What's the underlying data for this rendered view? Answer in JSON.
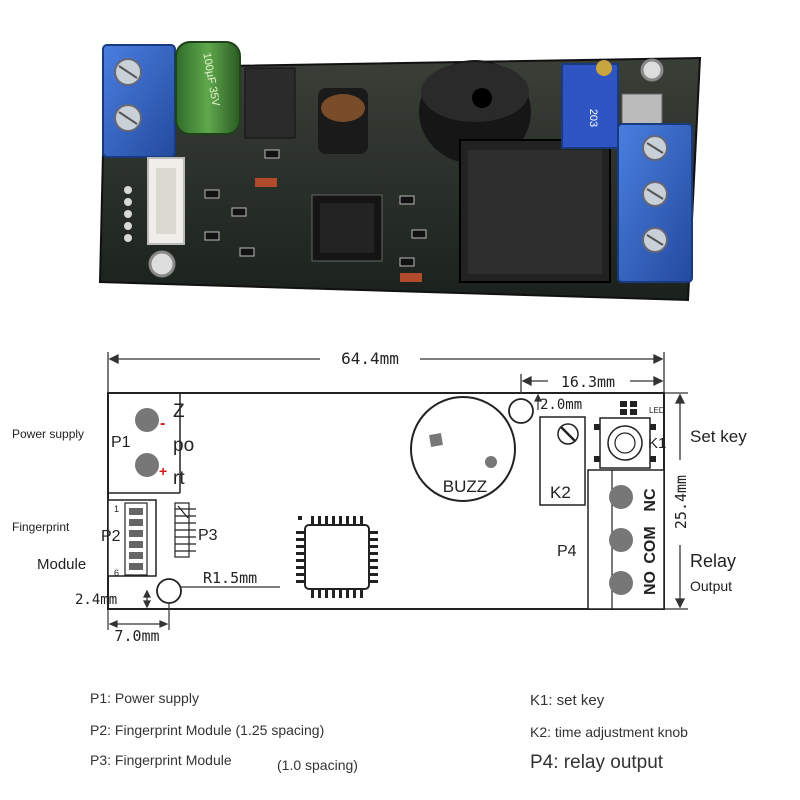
{
  "photo": {
    "capacitor_text": "100µF 35V",
    "pot_text": "203"
  },
  "board_labels": {
    "p1": "P1",
    "p2": "P2",
    "p3": "P3",
    "p4": "P4",
    "k1": "K1",
    "k2": "K2",
    "buzz": "BUZZ",
    "led": "LED",
    "minus": "-",
    "plus": "+",
    "z": "Z",
    "po": "po",
    "rt": "rt",
    "nc": "NC",
    "com": "COM",
    "no": "NO",
    "pin1": "1",
    "pin6": "6"
  },
  "dimensions": {
    "width": "64.4mm",
    "k_offset": "16.3mm",
    "hole_top": "2.0mm",
    "height": "25.4mm",
    "hole_radius": "R1.5mm",
    "hole_bottom": "2.4mm",
    "hole_left": "7.0mm"
  },
  "side_labels": {
    "power_supply": "Power supply",
    "fingerprint": "Fingerprint",
    "module": "Module",
    "set_key": "Set key",
    "relay": "Relay",
    "output": "Output"
  },
  "legend": {
    "p1": "P1: Power supply",
    "p2": "P2: Fingerprint Module (1.25 spacing)",
    "p3": "P3: Fingerprint Module",
    "p3_spacing": "(1.0 spacing)",
    "k1": "K1: set key",
    "k2": "K2: time adjustment knob",
    "p4": "P4: relay output"
  },
  "colors": {
    "pcb": "#1f2a22",
    "terminal": "#2f63c4",
    "outline": "#222222",
    "red": "#d11a1a"
  }
}
